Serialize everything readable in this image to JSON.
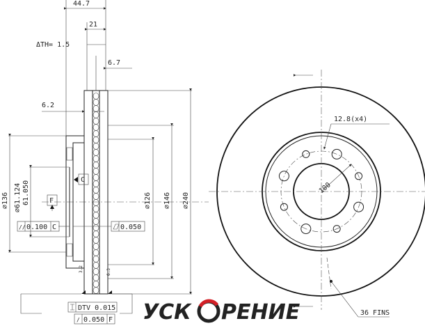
{
  "dimensions": {
    "width_total": "44.7",
    "width_disc": "21",
    "delta_th": "ΔTH= 1.5",
    "dim_6_7": "6.7",
    "dim_6_2": "6.2",
    "dia_136": "∅136",
    "dia_bore_max": "∅61.124",
    "dia_bore_min": "61.050",
    "dia_126": "∅126",
    "dia_146": "∅146",
    "dia_240": "∅240",
    "hole_spec": "12.8(x4)",
    "pcd": "100",
    "fins": "36 FINS",
    "rough_left": "3.2",
    "rough_right": "6.3"
  },
  "datums": {
    "c": "C",
    "f": "F"
  },
  "tolerances": {
    "parallel_value": "0.100",
    "parallel_datum": "C",
    "flatness_value": "0.050",
    "dtv_label": "DTV 0.015",
    "runout_value": "0.050",
    "runout_datum": "F"
  },
  "logo": {
    "left": "УСК",
    "right": "РЕНИЕ",
    "accent": "#d32027"
  }
}
